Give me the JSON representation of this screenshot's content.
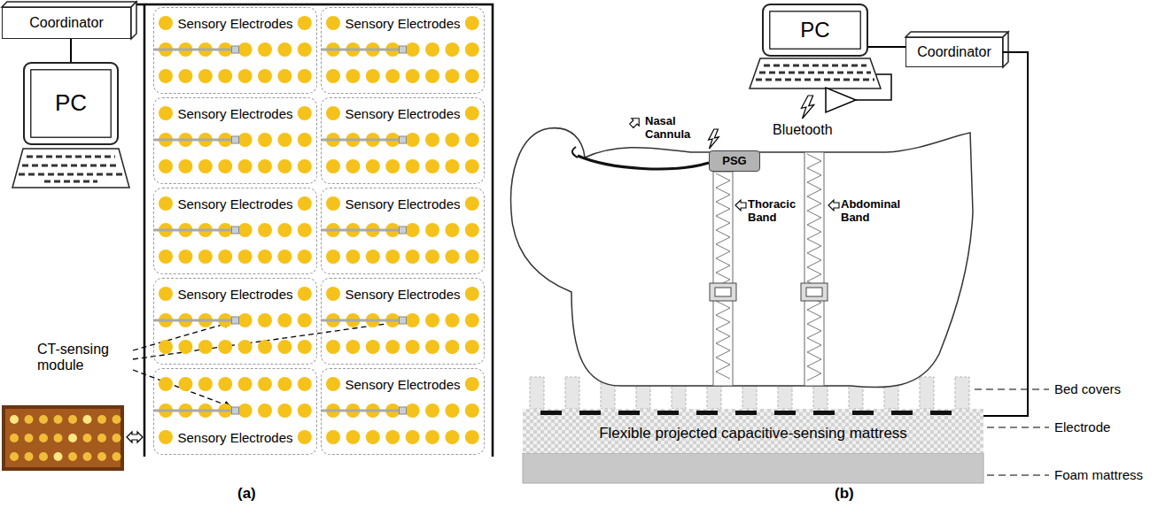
{
  "diagram": {
    "nodes": [
      {
        "text": [
          "Coordinator"
        ]
      },
      {
        "text": [
          "PC"
        ]
      },
      {
        "text": [
          "Sensory Electrodes"
        ]
      },
      {
        "text": [
          "Sensory Electrodes"
        ]
      },
      {
        "text": [
          "Sensory Electrodes"
        ]
      },
      {
        "text": [
          "Sensory Electrodes"
        ]
      },
      {
        "text": [
          "Sensory Electrodes"
        ]
      },
      {
        "text": [
          "Sensory Electrodes"
        ]
      },
      {
        "text": [
          "Sensory Electrodes"
        ]
      },
      {
        "text": [
          "Sensory Electrodes"
        ]
      },
      {
        "text": [
          "Sensory Electrodes"
        ]
      },
      {
        "text": [
          "Sensory Electrodes"
        ]
      },
      {
        "text": [
          "PC"
        ]
      },
      {
        "text": [
          "Coordinator"
        ]
      },
      {
        "text": [
          "PSG"
        ]
      },
      {
        "text": [
          "Flexible projected capacitive-sensing mattress"
        ]
      }
    ],
    "edges": [
      {
        "from": 0,
        "to": 1,
        "arrow": "none"
      },
      {
        "from": 12,
        "to": 13,
        "arrow": "none"
      },
      {
        "from": 13,
        "to": 15,
        "arrow": "none"
      }
    ],
    "labels": [
      "CT-sensing module",
      "(a)",
      "Bluetooth",
      "Nasal Cannula",
      "Thoracic Band",
      "Abdominal Band",
      "Bed covers",
      "Electrode",
      "Foam mattress",
      "(b)"
    ]
  }
}
